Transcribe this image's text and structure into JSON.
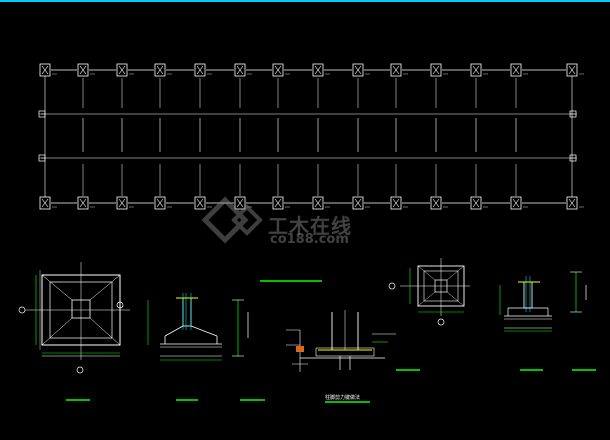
{
  "watermark": {
    "title": "工木在线",
    "domain": "co188.com"
  },
  "captions": {
    "section": "柱脚剪力键做法"
  },
  "colors": {
    "background": "#000000",
    "line": "#ffffff",
    "accent_green": "#00ff00",
    "accent_cyan": "#00ffff",
    "accent_yellow": "#ffff00",
    "accent_red": "#ff0000",
    "top_border": "#00c8ff"
  }
}
